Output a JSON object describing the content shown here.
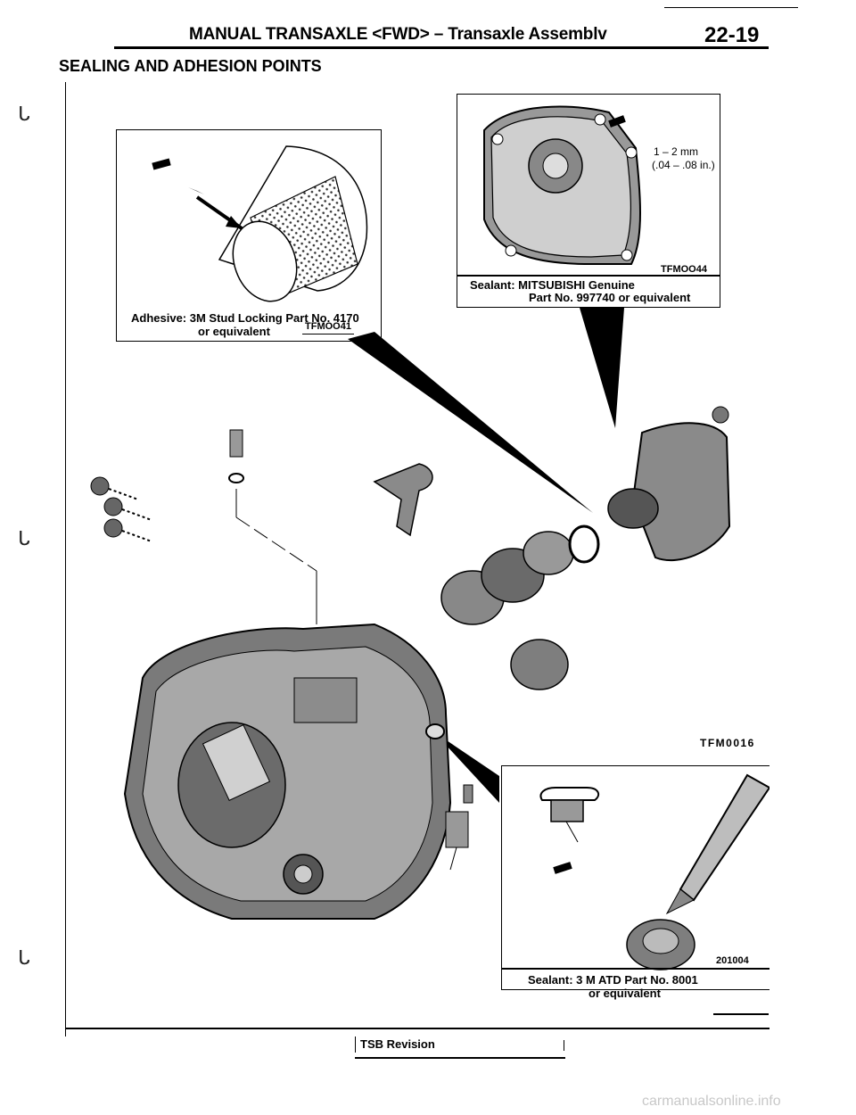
{
  "header": {
    "title": "MANUAL TRANSAXLE <FWD> – Transaxle Assemblv",
    "page_number": "22-19"
  },
  "section_title": "SEALING AND ADHESION POINTS",
  "panel_adhesive": {
    "figure_code": "TFMOO41",
    "caption_line1": "Adhesive: 3M Stud Locking Part No. 4170",
    "caption_line2": "or equivalent"
  },
  "panel_cover": {
    "figure_code": "TFMOO44",
    "dimension_line1": "1 – 2 mm",
    "dimension_line2": "(.04 – .08 in.)",
    "caption_line1": "Sealant: MITSUBISHI Genuine",
    "caption_line2": "Part No. 997740 or equivalent"
  },
  "main_figure_code": "TFM0016",
  "panel_plug": {
    "figure_code": "201004",
    "caption_line1": "Sealant: 3 M ATD Part No. 8001",
    "caption_line2": "or equivalent"
  },
  "footer": {
    "label": "TSB Revision"
  },
  "watermark": "carmanualsonline.info"
}
